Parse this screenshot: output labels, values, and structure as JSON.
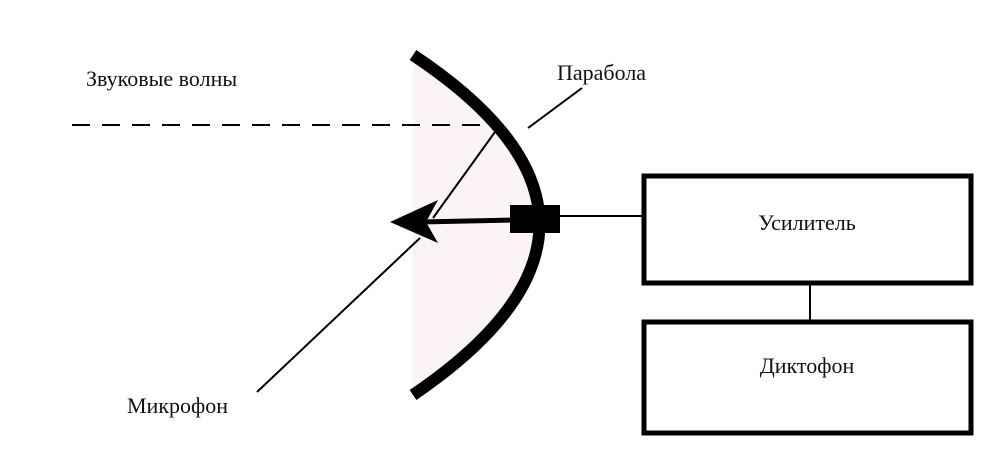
{
  "labels": {
    "sound_waves": "Звуковые волны",
    "parabola": "Парабола",
    "microphone": "Микрофон",
    "amplifier": "Усилитель",
    "recorder": "Диктофон"
  },
  "colors": {
    "stroke": "#000000",
    "dish_fill": "#fcf3f5",
    "background": "#ffffff"
  }
}
